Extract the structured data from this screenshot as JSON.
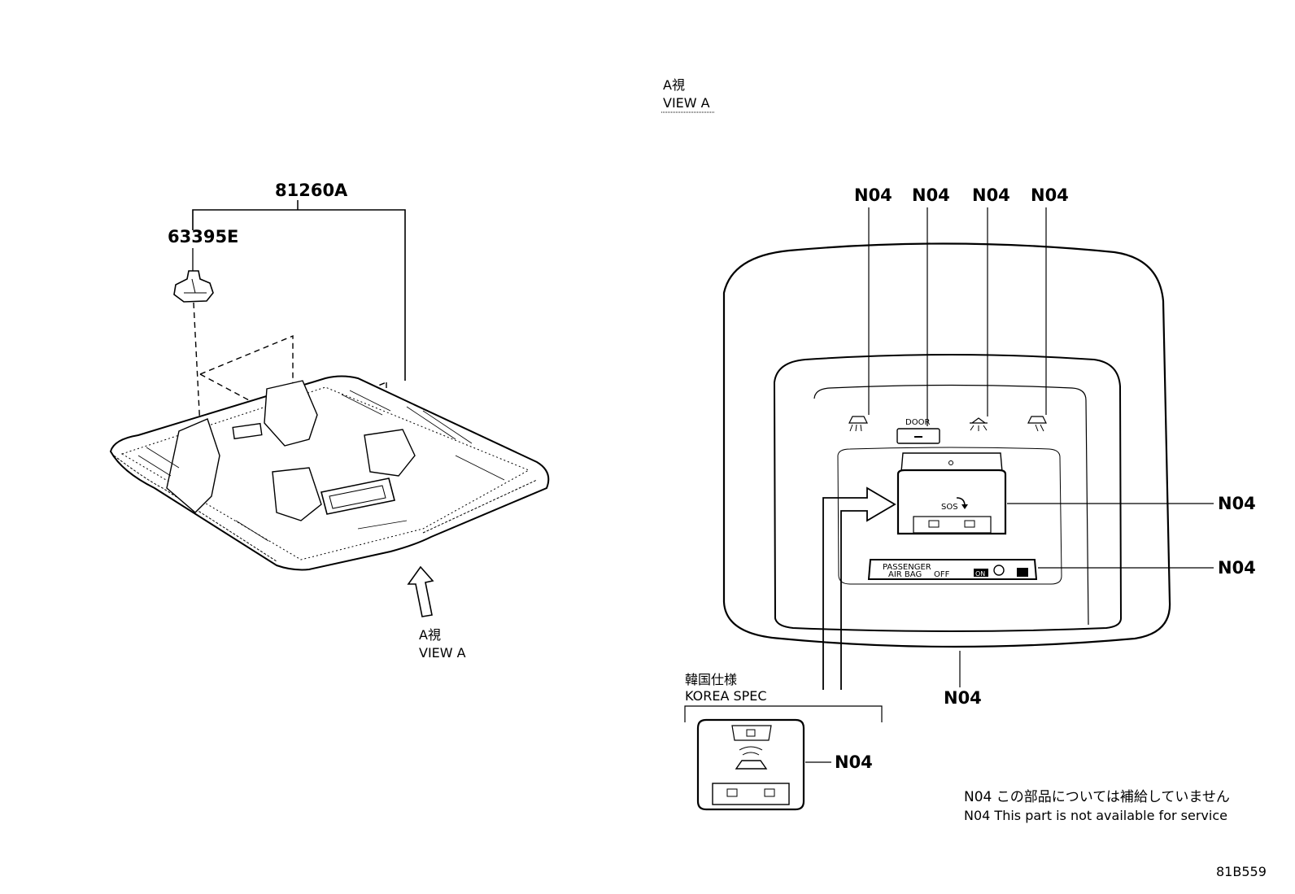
{
  "title": {
    "view_a_jp": "A視",
    "view_a_en": "VIEW A"
  },
  "left": {
    "assembly_part": "81260A",
    "clip_part": "63395E",
    "arrow_label_jp": "A視",
    "arrow_label_en": "VIEW A"
  },
  "view_a": {
    "callouts": [
      "N04",
      "N04",
      "N04",
      "N04"
    ],
    "callout_sos": "N04",
    "callout_airbag": "N04",
    "callout_bottom": "N04",
    "door_label": "DOOR",
    "sos_label": "SOS",
    "airbag_label_line1": "PASSENGER",
    "airbag_label_line2": "AIR BAG",
    "airbag_off": "OFF",
    "airbag_on": "ON"
  },
  "korea": {
    "label_jp": "韓国仕様",
    "label_en": "KOREA SPEC",
    "callout": "N04"
  },
  "note": {
    "jp": "N04 この部品については補給していません",
    "en": "N04 This part is not available for service"
  },
  "drawing_id": "81B559"
}
